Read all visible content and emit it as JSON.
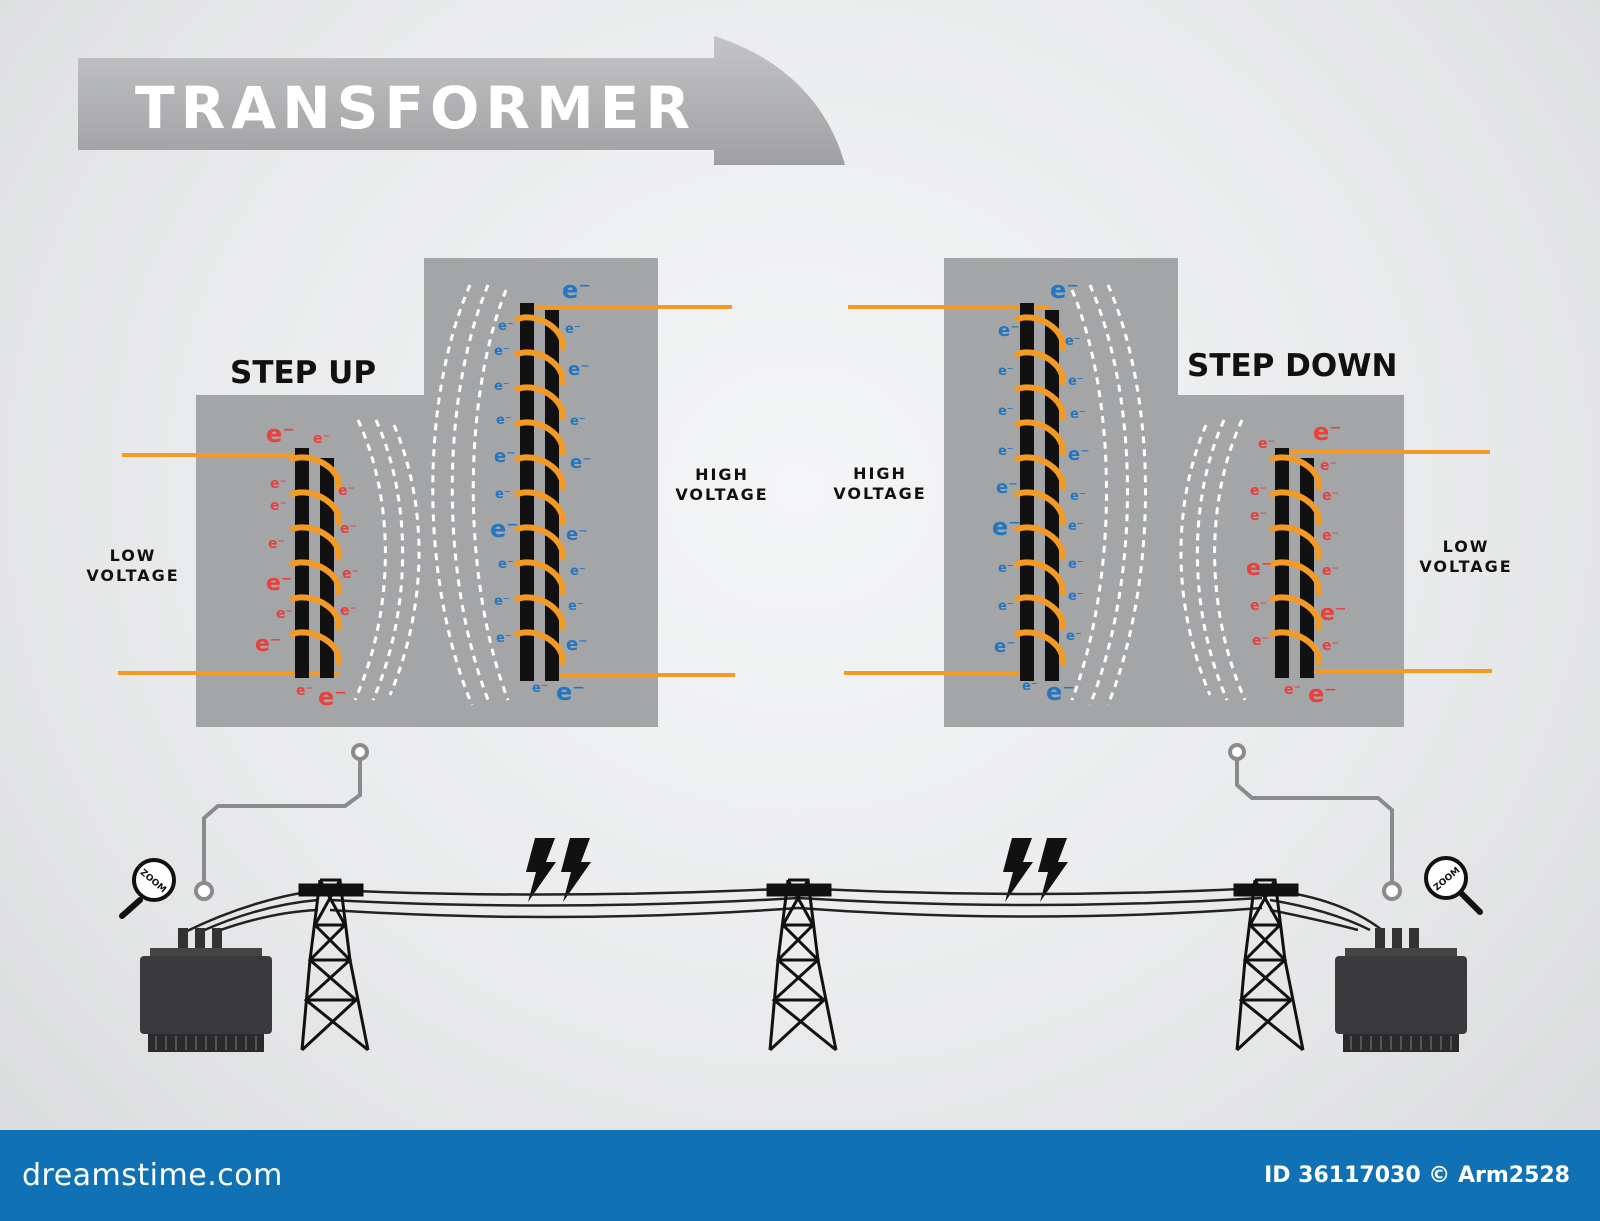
{
  "title": "TRANSFORMER",
  "step_up": {
    "label": "STEP UP",
    "left_label_line1": "LOW",
    "left_label_line2": "VOLTAGE",
    "right_label_line1": "HIGH",
    "right_label_line2": "VOLTAGE"
  },
  "step_down": {
    "label": "STEP DOWN",
    "left_label_line1": "HIGH",
    "left_label_line2": "VOLTAGE",
    "right_label_line1": "LOW",
    "right_label_line2": "VOLTAGE"
  },
  "electron_symbol": "e⁻",
  "zoom_text": "ZOOM",
  "footer": {
    "brand": "dreamstime.com",
    "credit": "ID 36117030 © Arm2528"
  },
  "colors": {
    "core_box": "#a4a5a7",
    "coil": "#f39a24",
    "wire": "#f39a24",
    "electron_low": "#e8403c",
    "electron_high": "#2576c0",
    "footer": "#1072b4",
    "title_banner": "#b0b1b3"
  }
}
